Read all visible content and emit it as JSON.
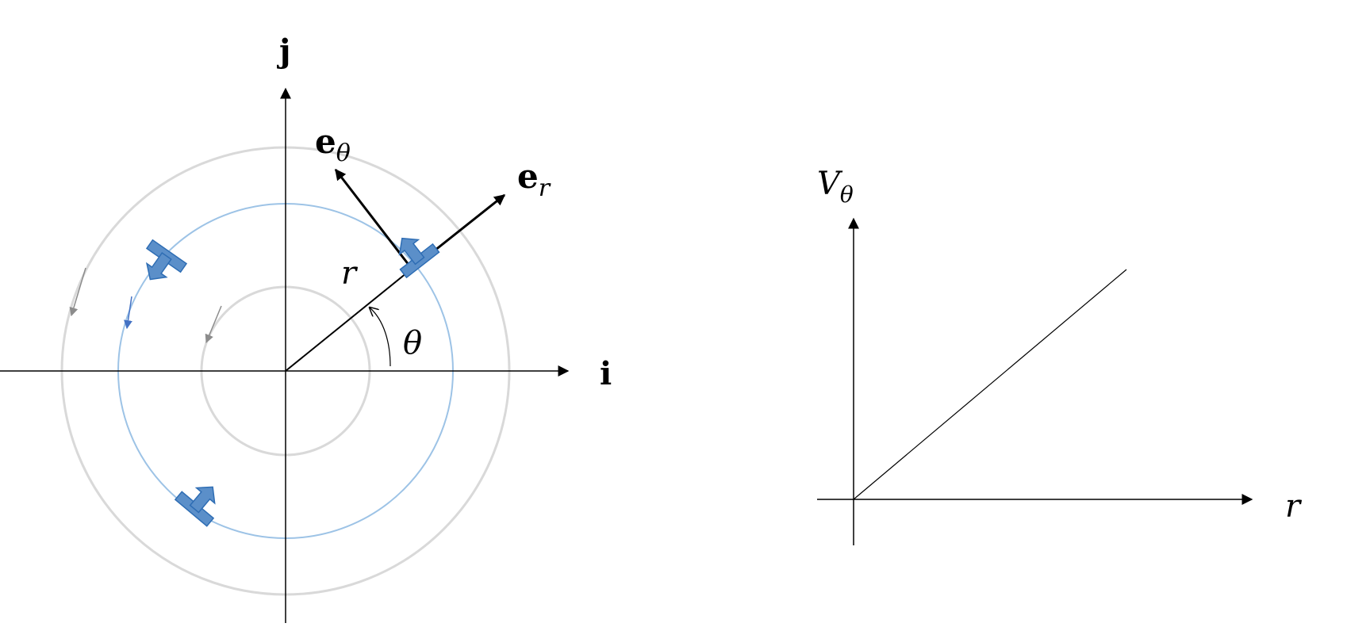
{
  "colors": {
    "background": "#ffffff",
    "axis": "#000000",
    "outer_ring": "#d9d9d9",
    "inner_ring": "#d9d9d9",
    "blue_ring": "#9dc3e6",
    "aircraft": "#5b8fc9",
    "aircraft_outline": "#2e6db4",
    "motion_arrow_gray": "#8c8c8c",
    "motion_arrow_blue": "#4472c4"
  },
  "left_diagram": {
    "x_axis_label": "i",
    "y_axis_label": "j",
    "radius_label": "r",
    "angle_label": "θ",
    "unit_r_base": "e",
    "unit_r_sub": "r",
    "unit_theta_base": "e",
    "unit_theta_sub": "θ",
    "icons": {
      "aircraft": "airplane-icon",
      "motion_arrow": "arrow-icon"
    }
  },
  "right_diagram": {
    "y_axis_base": "V",
    "y_axis_sub": "θ",
    "x_axis_label": "r"
  }
}
